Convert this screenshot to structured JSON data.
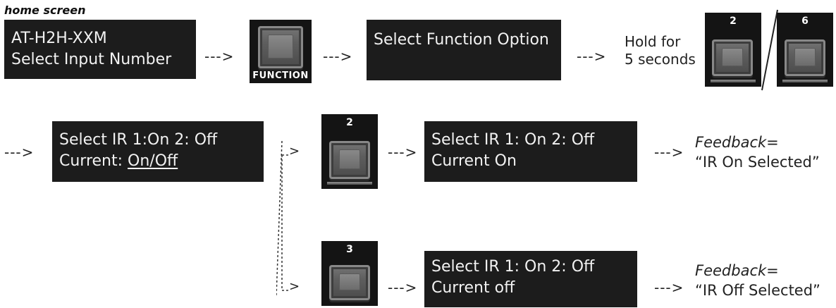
{
  "title": "home screen",
  "home_lcd": {
    "line1": "AT-H2H-XXM",
    "line2": "Select Input Number"
  },
  "function_button": {
    "label": "FUNCTION"
  },
  "select_function_lcd": {
    "line1": "Select Function Option"
  },
  "hold": {
    "line1": "Hold for",
    "line2": "5 seconds"
  },
  "button_2": {
    "number": "2"
  },
  "button_6": {
    "number": "6"
  },
  "button_3": {
    "number": "3"
  },
  "arrow": "--->",
  "ir_menu_lcd": {
    "line1": "Select IR 1:On 2: Off",
    "line2_prefix": "Current: ",
    "line2_value": "On/Off"
  },
  "ir_on_lcd": {
    "line1": "Select IR 1: On 2: Off",
    "line2": "Current On"
  },
  "ir_off_lcd": {
    "line1": "Select IR 1: On 2: Off",
    "line2": "Current off"
  },
  "feedback_on": {
    "label": "Feedback",
    "eq": "=",
    "value": "“IR On Selected”"
  },
  "feedback_off": {
    "label": "Feedback",
    "eq": "=",
    "value": "“IR Off Selected”"
  }
}
